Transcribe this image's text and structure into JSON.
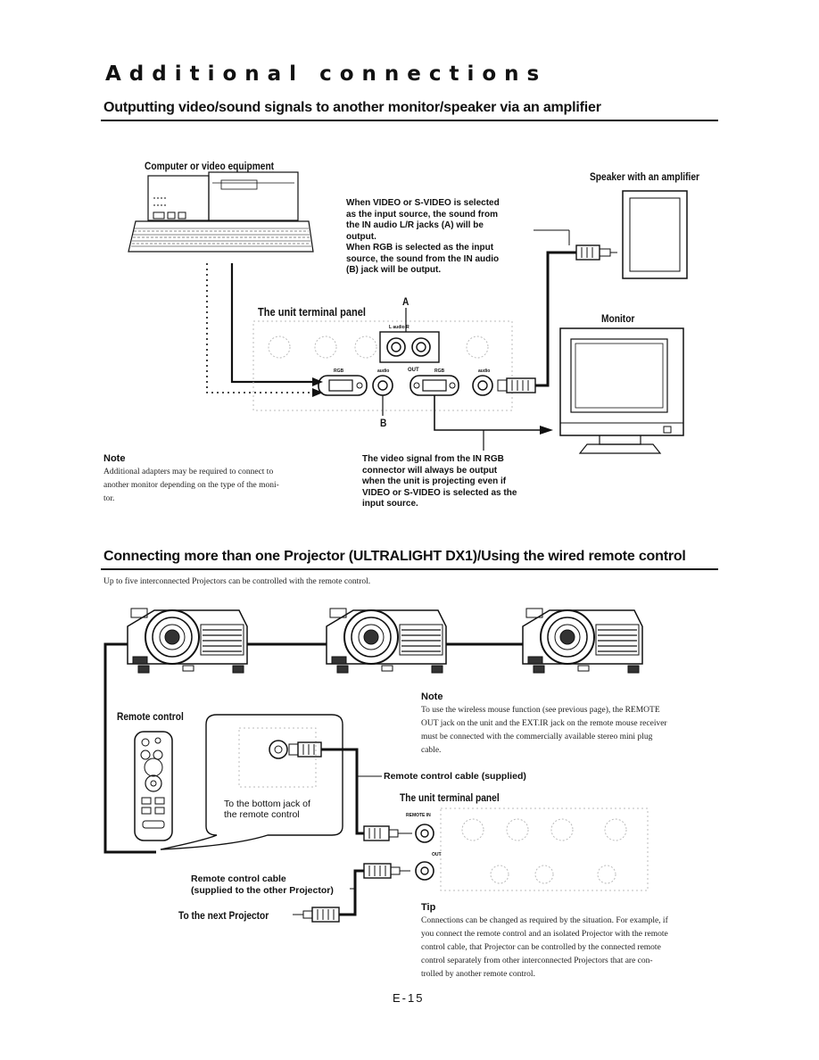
{
  "page": {
    "title": "Additional connections",
    "page_number": "E-15"
  },
  "section1": {
    "heading": "Outputting video/sound signals to another monitor/speaker via an amplifier",
    "computer_label": "Computer or video equipment",
    "speaker_label": "Speaker with an amplifier",
    "monitor_label": "Monitor",
    "terminal_label": "The unit terminal panel",
    "jack_a": "A",
    "jack_b": "B",
    "port_labels": {
      "rgb_in": "RGB",
      "audio_in": "audio",
      "out": "OUT",
      "rgb_out": "RGB",
      "audio_out": "audio",
      "lr": "L audio R"
    },
    "callout_lines": [
      "When VIDEO or S-VIDEO is selected",
      "as the input source, the sound from",
      "the IN audio L/R jacks (A) will be",
      "output.",
      "When RGB is selected as the input",
      "source, the sound from the IN audio",
      "(B) jack will be output."
    ],
    "note_heading": "Note",
    "note_lines": [
      "Additional adapters may be required to connect to",
      "another monitor depending on the type of the moni-",
      "tor."
    ],
    "video_lines": [
      "The video signal from the IN RGB",
      "connector will always be output",
      "when the unit is projecting even if",
      "VIDEO or S-VIDEO is selected as the",
      "input source."
    ]
  },
  "section2": {
    "heading": "Connecting more than one Projector (ULTRALIGHT DX1)/Using the wired remote control",
    "intro": "Up to five interconnected Projectors can be controlled with the remote control.",
    "remote_label": "Remote control",
    "bottom_jack_lines": [
      "To the bottom jack of",
      "the remote control"
    ],
    "note_heading": "Note",
    "note_lines": [
      "To use the wireless mouse function (see previous page), the REMOTE",
      "OUT jack on the unit and the EXT.IR jack on the remote mouse receiver",
      "must be connected with the commercially available stereo mini plug",
      "cable."
    ],
    "cable_supplied": "Remote control cable (supplied)",
    "terminal_label": "The unit terminal panel",
    "remote_in": "REMOTE IN",
    "remote_out": "OUT",
    "cable_other_lines": [
      "Remote control cable",
      "(supplied to the other Projector)"
    ],
    "next_projector": "To the next Projector",
    "tip_heading": "Tip",
    "tip_lines": [
      "Connections can be changed as required by the situation. For example, if",
      "you connect the remote control and an isolated Projector with the remote",
      "control cable, that Projector can be controlled by the connected remote",
      "control separately from other interconnected Projectors that are con-",
      "trolled by another remote control."
    ]
  }
}
